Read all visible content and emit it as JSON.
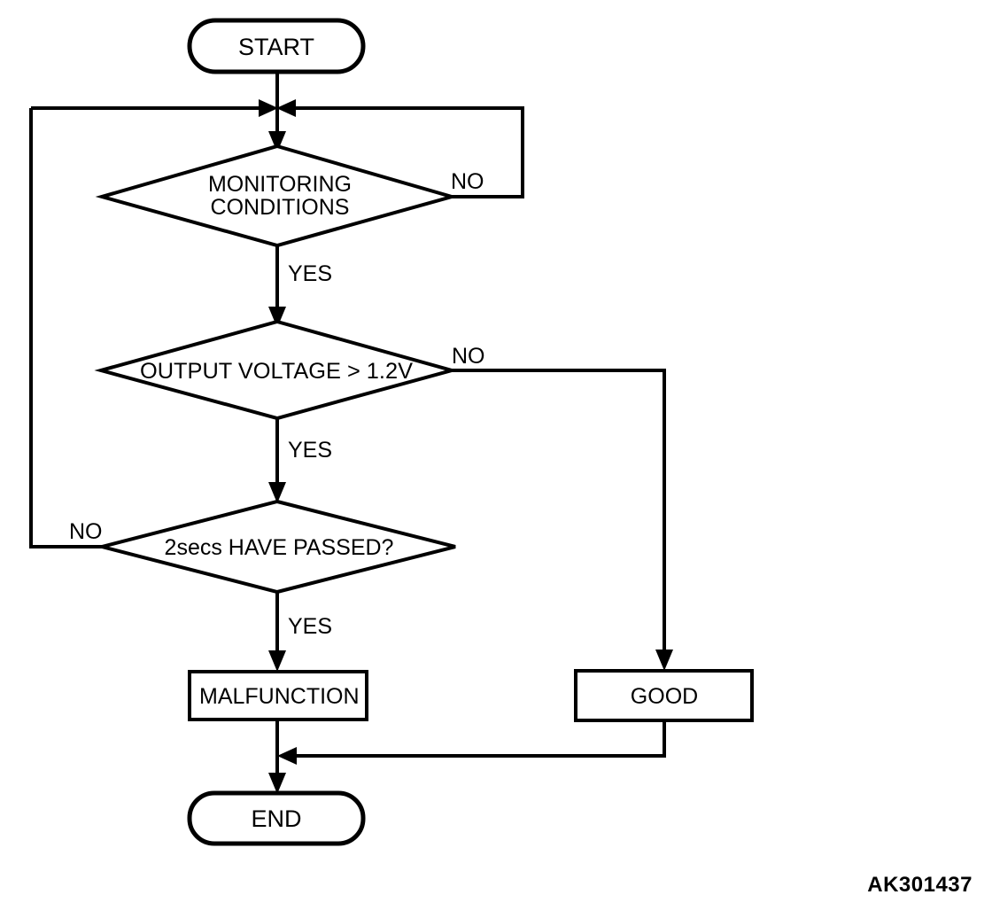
{
  "diagram": {
    "kind": "flowchart",
    "figure_code": "AK301437",
    "nodes": {
      "start": {
        "label": "START",
        "shape": "terminator"
      },
      "decision_monitoring": {
        "label_line1": "MONITORING",
        "label_line2": "CONDITIONS",
        "shape": "decision"
      },
      "decision_voltage": {
        "label": "OUTPUT VOLTAGE > 1.2V",
        "shape": "decision"
      },
      "decision_time": {
        "label": "2secs HAVE PASSED?",
        "shape": "decision"
      },
      "process_malfunction": {
        "label": "MALFUNCTION",
        "shape": "process"
      },
      "process_good": {
        "label": "GOOD",
        "shape": "process"
      },
      "end": {
        "label": "END",
        "shape": "terminator"
      }
    },
    "branch_labels": {
      "monitoring_no": "NO",
      "monitoring_yes": "YES",
      "voltage_no": "NO",
      "voltage_yes": "YES",
      "time_no": "NO",
      "time_yes": "YES"
    },
    "colors": {
      "stroke": "#000000",
      "fill": "#ffffff",
      "background": "#ffffff"
    }
  }
}
